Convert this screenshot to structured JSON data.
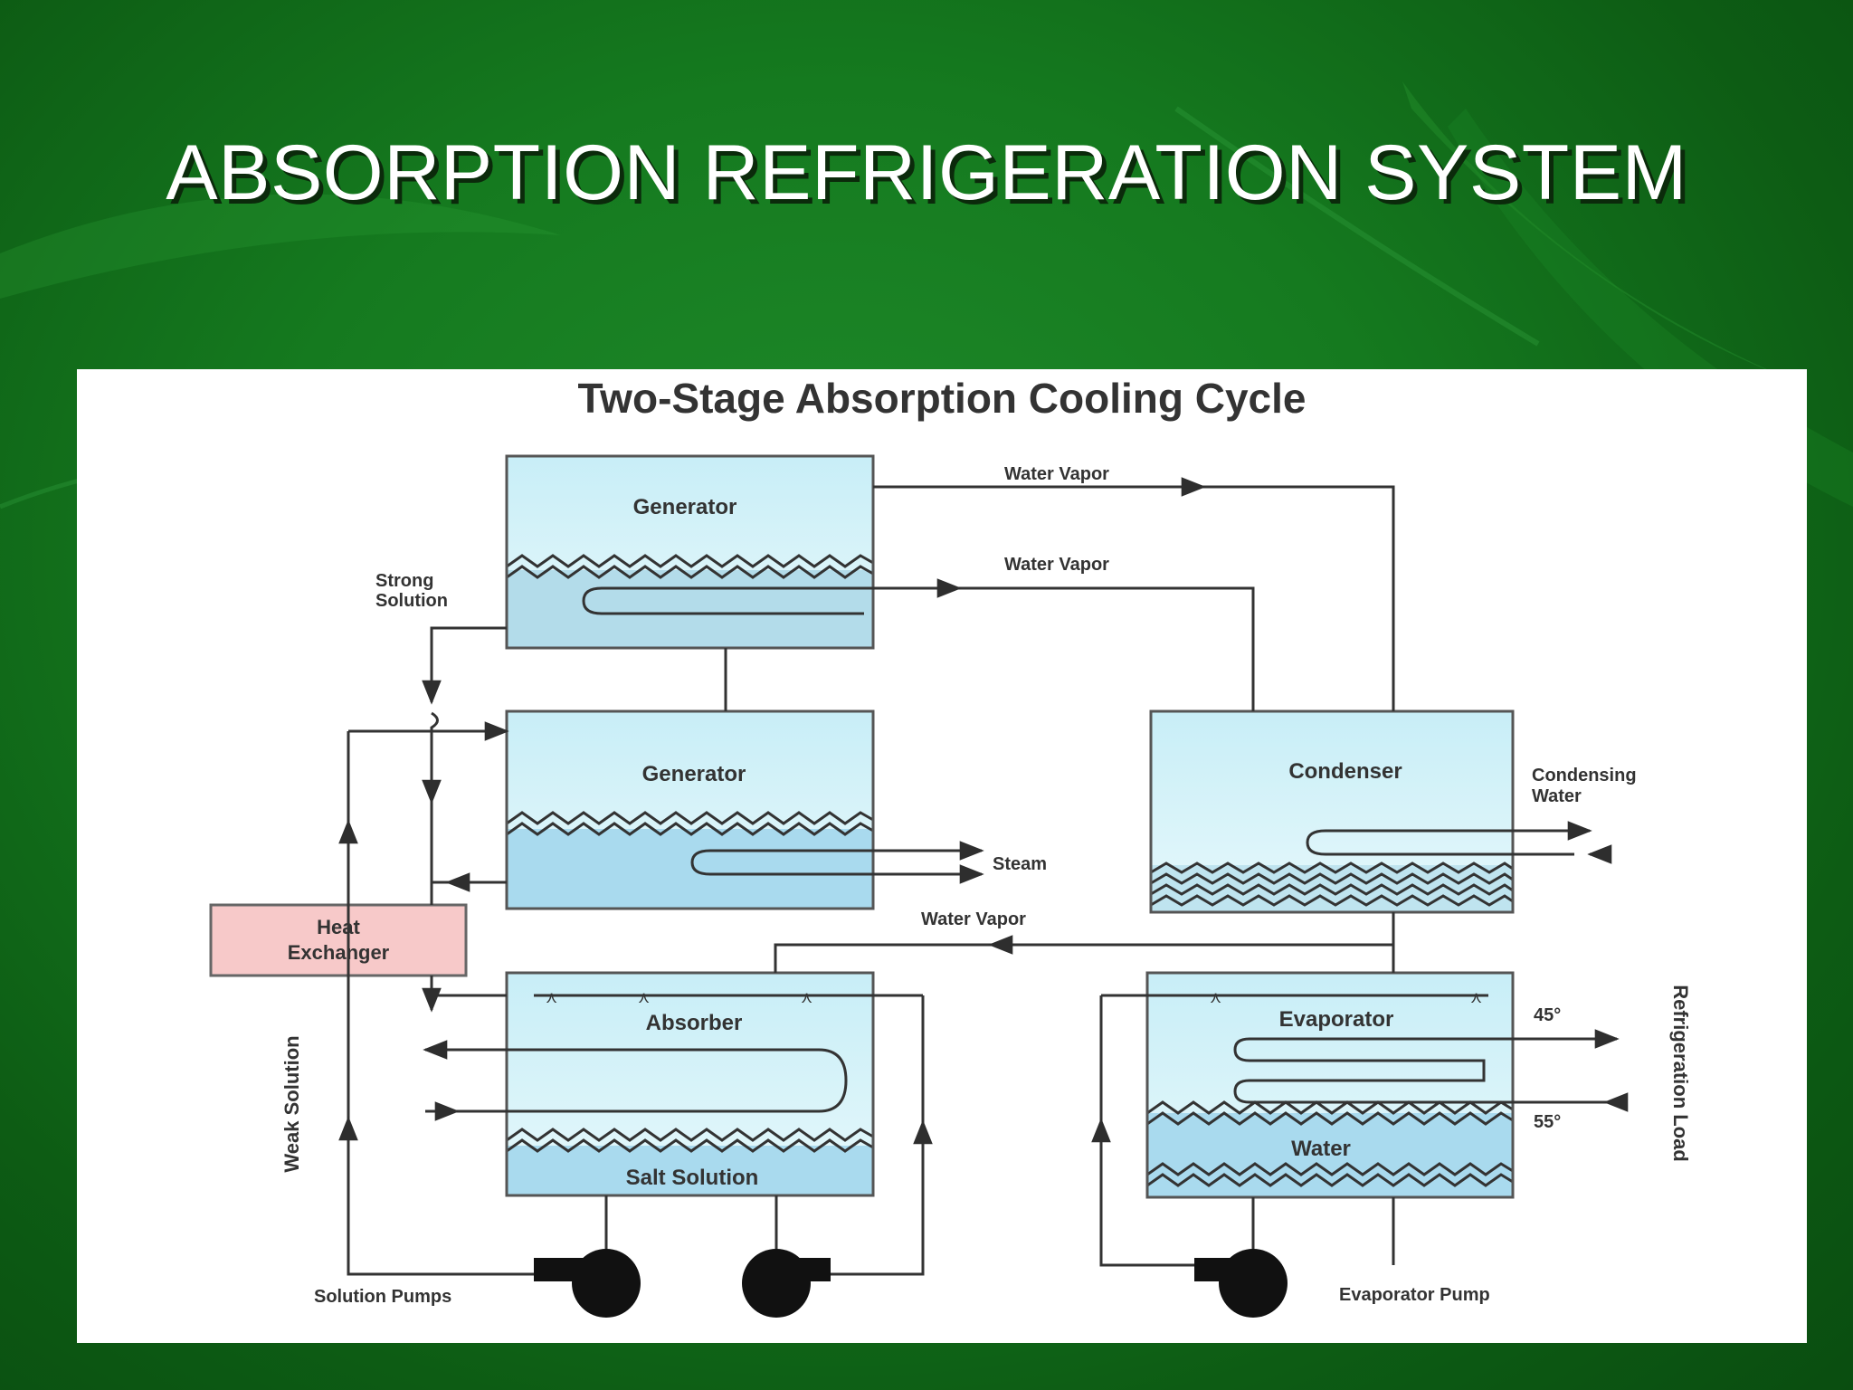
{
  "slide": {
    "title": "ABSORPTION REFRIGERATION SYSTEM"
  },
  "diagram": {
    "title": "Two-Stage Absorption Cooling Cycle",
    "components": {
      "generator_top": "Generator",
      "generator_mid": "Generator",
      "condenser": "Condenser",
      "heat_exchanger_line1": "Heat",
      "heat_exchanger_line2": "Exchanger",
      "absorber": "Absorber",
      "salt_solution": "Salt Solution",
      "evaporator": "Evaporator",
      "water": "Water"
    },
    "labels": {
      "water_vapor_1": "Water Vapor",
      "water_vapor_2": "Water Vapor",
      "water_vapor_3": "Water Vapor",
      "strong_solution_line1": "Strong",
      "strong_solution_line2": "Solution",
      "steam": "Steam",
      "condensing_water_line1": "Condensing",
      "condensing_water_line2": "Water",
      "temp_45": "45°",
      "temp_55": "55°",
      "refrigeration_load": "Refrigeration Load",
      "weak_solution": "Weak Solution",
      "solution_pumps": "Solution Pumps",
      "evaporator_pump": "Evaporator Pump"
    },
    "colors": {
      "vessel_light": "#d8f3f9",
      "vessel_liquid": "#aedcec",
      "heat_exchanger": "#f7c9c9",
      "line": "#3a3a3a"
    }
  }
}
